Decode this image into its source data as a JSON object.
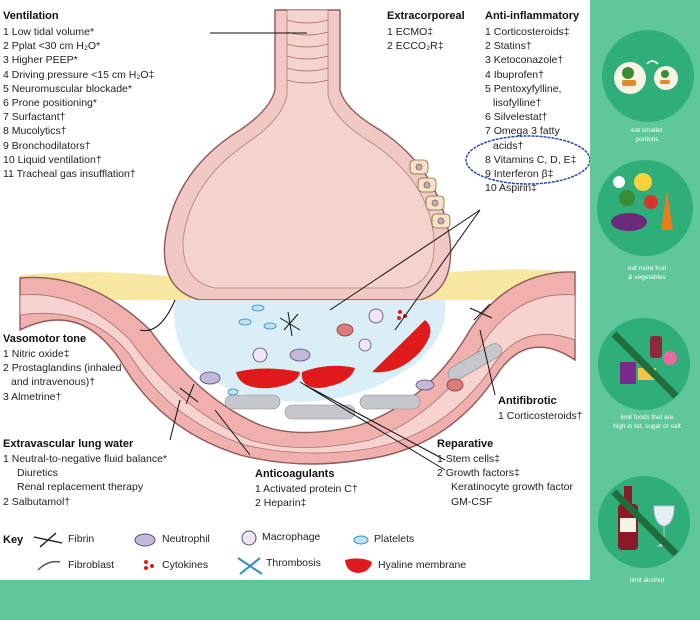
{
  "ventilation": {
    "title": "Ventilation",
    "items": [
      "1  Low tidal volume*",
      "2  Pplat <30 cm H₂O*",
      "3  Higher PEEP*",
      "4  Driving pressure <15 cm H₂O‡",
      "5  Neuromuscular blockade*",
      "6  Prone positioning*",
      "7  Surfactant†",
      "8  Mucolytics†",
      "9  Bronchodilators†",
      "10 Liquid ventilation†",
      "11 Tracheal gas insufflation†"
    ]
  },
  "extracorporeal": {
    "title": "Extracorporeal",
    "items": [
      "1 ECMO‡",
      "2 ECCO₂R‡"
    ]
  },
  "anti_inflammatory": {
    "title": "Anti-inflammatory",
    "items": [
      "1  Corticosteroids‡",
      "2  Statins†",
      "3  Ketoconazole†",
      "4  Ibuprofen†",
      "5  Pentoxyfylline,",
      "lisofylline†",
      "6  Silvelestat†",
      "7  Omega 3 fatty",
      "acids†",
      "8  Vitamins C, D, E‡",
      "9  Interferon β‡",
      "10 Aspirin‡"
    ]
  },
  "vasomotor": {
    "title": "Vasomotor tone",
    "items": [
      "1 Nitric oxide‡",
      "2 Prostaglandins (inhaled",
      "and intravenous)†",
      "3 Almetrine†"
    ]
  },
  "antifibrotic": {
    "title": "Antifibrotic",
    "items": [
      "1 Corticosteroids†"
    ]
  },
  "extravascular": {
    "title": "Extravascular lung water",
    "items": [
      "1 Neutral-to-negative fluid balance*",
      "Diuretics",
      "Renal replacement therapy",
      "2 Salbutamol†"
    ]
  },
  "anticoagulants": {
    "title": "Anticoagulants",
    "items": [
      "1 Activated protein C†",
      "2 Heparin‡"
    ]
  },
  "reparative": {
    "title": "Reparative",
    "items": [
      "1 Stem cells‡",
      "2 Growth factors‡",
      "Keratinocyte growth factor",
      "GM-CSF"
    ]
  },
  "key": {
    "title": "Key",
    "fibrin": "Fibrin",
    "neutrophil": "Neutrophil",
    "macrophage": "Macrophage",
    "platelets": "Platelets",
    "fibroblast": "Fibroblast",
    "cytokines": "Cytokines",
    "thrombosis": "Thrombosis",
    "hyaline": "Hyaline membrane"
  },
  "tips": [
    {
      "line1": "eat smaller",
      "line2": "portions"
    },
    {
      "line1": "eat more fruit",
      "line2": "& vegetables"
    },
    {
      "line1": "limit foods that are",
      "line2": "high in fat, sugar or salt"
    },
    {
      "line1": "limit alcohol",
      "line2": ""
    }
  ],
  "colors": {
    "background": "#5fc79a",
    "alveolus": "#f2c8c4",
    "hyaline": "#e0191b",
    "highlight_ellipse": "#2a49b0",
    "tip_circle": "#2fae7a"
  }
}
